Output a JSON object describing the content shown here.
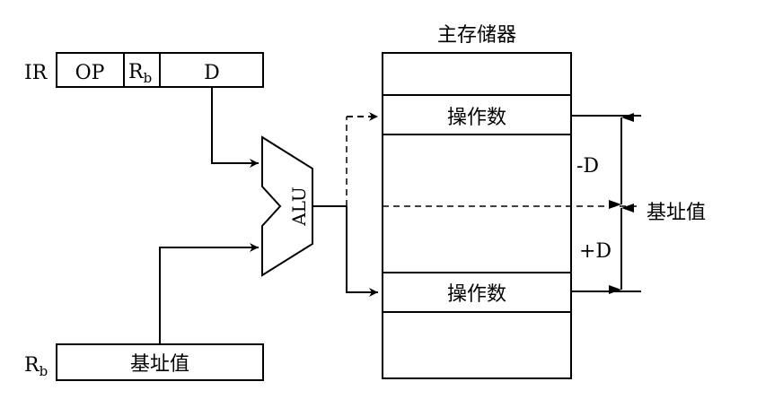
{
  "ir_register": {
    "label": "IR",
    "fields": [
      "OP",
      "R",
      "D"
    ],
    "rb_subscript": "b"
  },
  "base_register": {
    "label": "R",
    "label_subscript": "b",
    "content": "基址值"
  },
  "alu": {
    "label": "ALU"
  },
  "memory": {
    "title": "主存储器",
    "operand_upper": "操作数",
    "operand_lower": "操作数",
    "base_value_label": "基址值"
  },
  "offsets": {
    "minus_d": "-D",
    "plus_d": "+D"
  }
}
